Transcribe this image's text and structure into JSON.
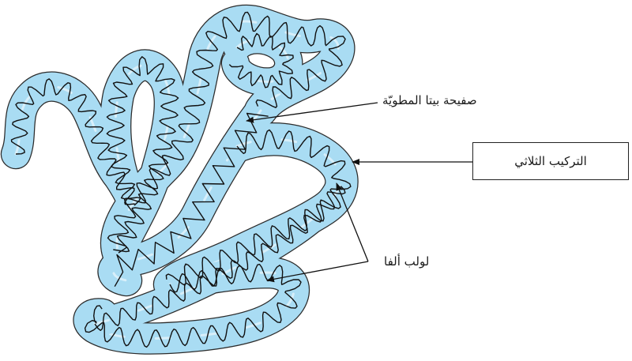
{
  "labels": {
    "beta_sheet": "صفيحة بيتا المطويّة",
    "tertiary_structure": "التركيب الثلاثي",
    "alpha_helix": "لولب ألفا"
  },
  "colors": {
    "tube_fill": "#a9dcf3",
    "tube_stroke": "#2b2b2b",
    "chain": "#111111",
    "highlight": "#ffffff"
  }
}
